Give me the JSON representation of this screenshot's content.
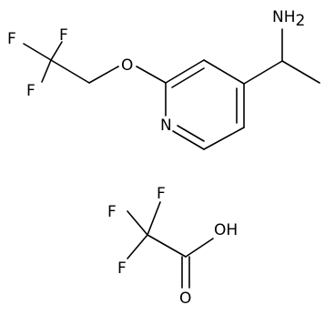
{
  "atoms": {
    "amine_n": "NH",
    "amine_sub": "2",
    "ether_o": "O",
    "ring_n": "N",
    "cf3_top_f1": "F",
    "cf3_top_f2": "F",
    "cf3_top_f3": "F",
    "cf3_bot_f1": "F",
    "cf3_bot_f2": "F",
    "cf3_bot_f3": "F",
    "carbonyl_o": "O",
    "hydroxyl": "OH"
  },
  "colors": {
    "bond": "#000000",
    "text": "#000000",
    "background": "#ffffff"
  }
}
